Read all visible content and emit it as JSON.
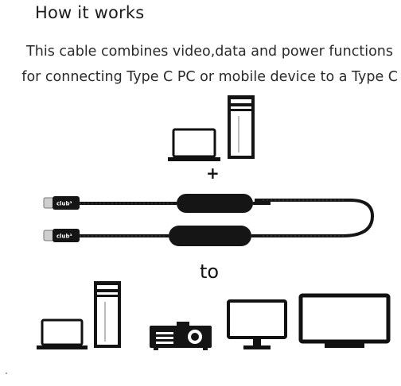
{
  "heading": "How it works",
  "description": {
    "line1": "This cable combines video,data and power functions",
    "line2": "for connecting Type C PC or mobile device to a Type C"
  },
  "plus_label": "+",
  "to_label": "to",
  "connector_brand": "club³",
  "colors": {
    "background": "#ffffff",
    "icon_stroke": "#111111",
    "cable": "#151515"
  },
  "icons": {
    "sources": [
      "laptop-icon",
      "pc-tower-icon"
    ],
    "destinations": [
      "laptop-icon",
      "pc-tower-icon",
      "projector-icon",
      "monitor-icon",
      "tv-icon"
    ]
  }
}
